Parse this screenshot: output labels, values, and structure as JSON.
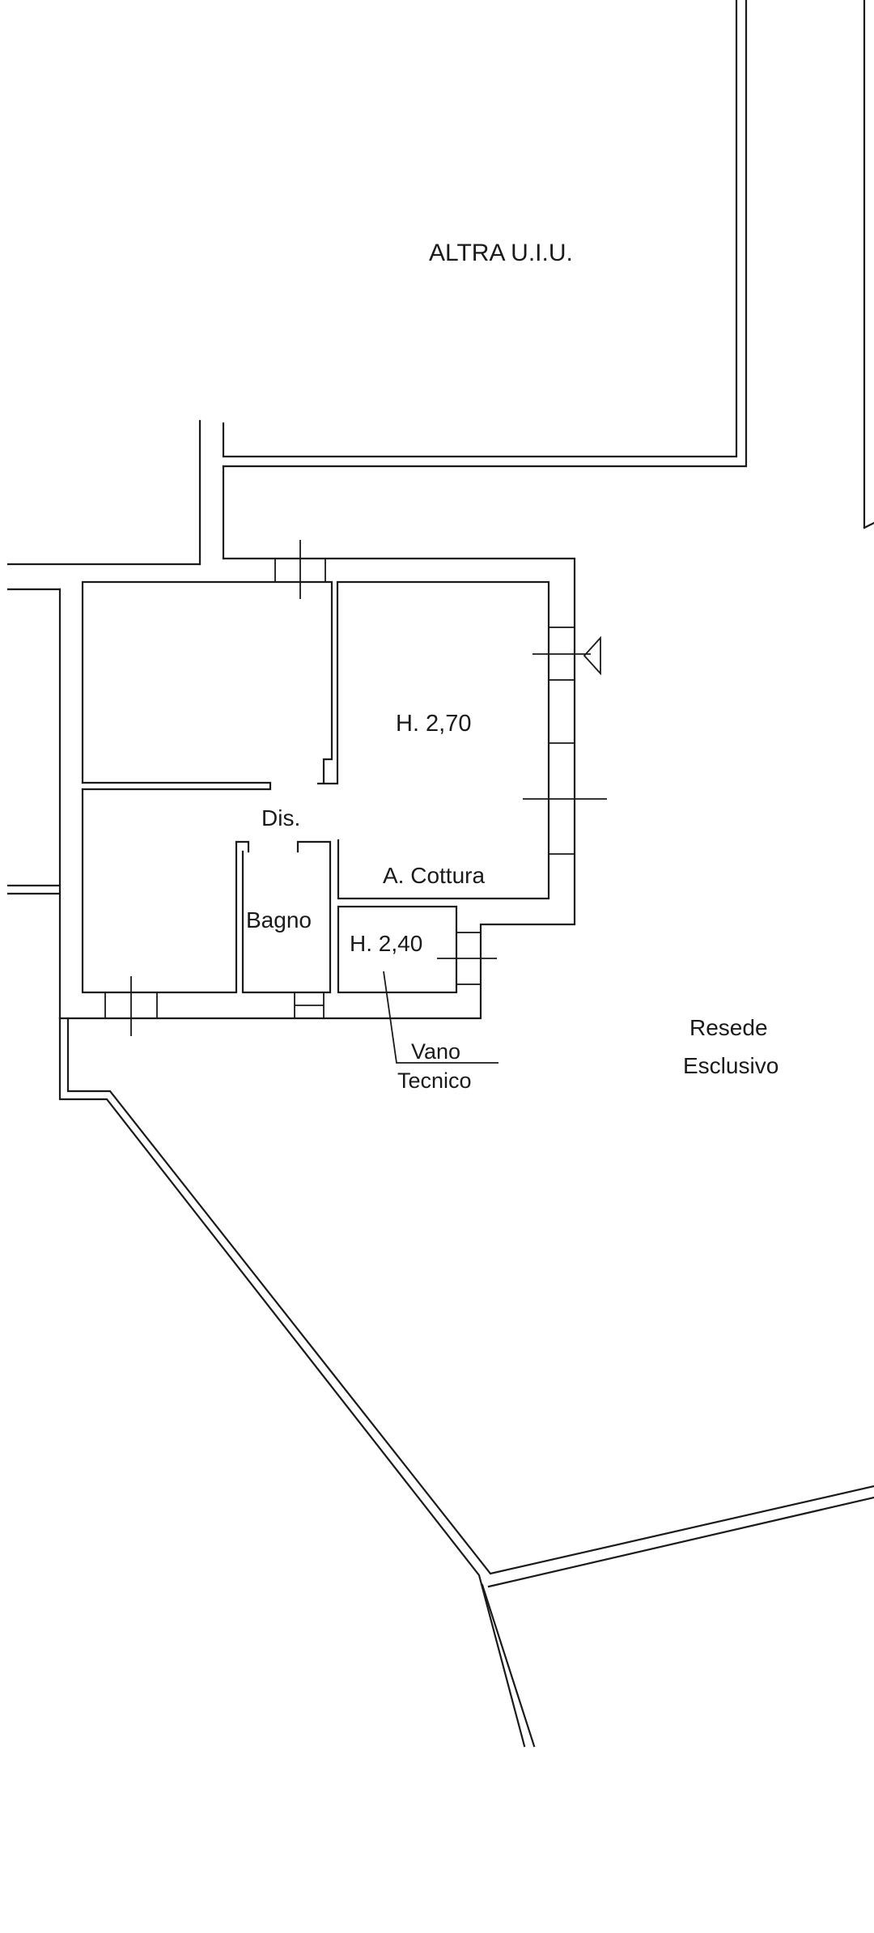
{
  "labels": {
    "other_unit": "ALTRA U.I.U.",
    "room_height_main": "H. 2,70",
    "corridor": "Dis.",
    "kitchen_area": "A. Cottura",
    "bathroom": "Bagno",
    "room_height_tech": "H. 2,40",
    "tech_room_line1": "Vano",
    "tech_room_line2": "Tecnico",
    "yard_line1": "Resede",
    "yard_line2": "Esclusivo"
  }
}
